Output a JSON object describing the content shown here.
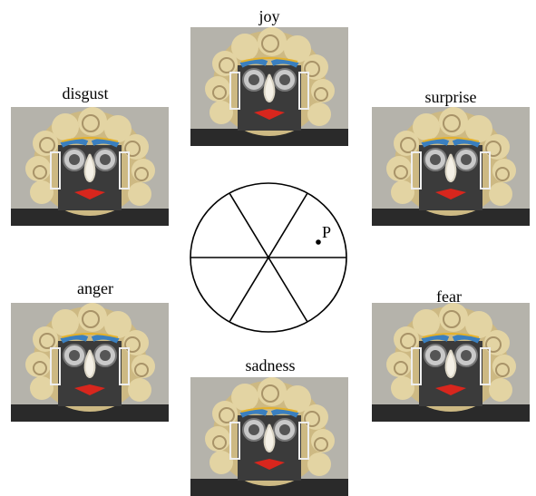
{
  "labels": {
    "joy": "joy",
    "disgust": "disgust",
    "surprise": "surprise",
    "anger": "anger",
    "fear": "fear",
    "sadness": "sadness"
  },
  "wheel": {
    "point_label": "P",
    "sectors": 6
  },
  "colors": {
    "background_wall": "#b7b5ad",
    "hair": "#d8c58f",
    "mouth": "#d8261d",
    "brow_blue": "#3a7fbf",
    "brow_yellow": "#e5b22c"
  }
}
